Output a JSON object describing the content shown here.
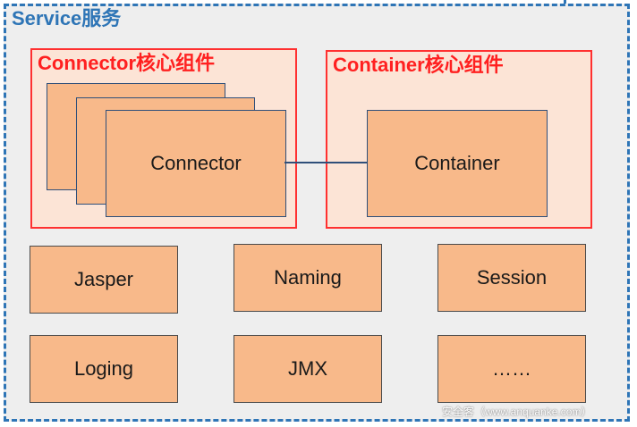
{
  "service": {
    "title": "Service服务"
  },
  "connector_group": {
    "title": "Connector核心组件",
    "connector_label": "Connector"
  },
  "container_group": {
    "title": "Container核心组件",
    "container_label": "Container"
  },
  "components": [
    {
      "label": "Jasper"
    },
    {
      "label": "Naming"
    },
    {
      "label": "Session"
    },
    {
      "label": "Loging"
    },
    {
      "label": "JMX"
    },
    {
      "label": "……"
    }
  ],
  "watermark": "安全客（www.anquanke.com）",
  "colors": {
    "service_border": "#2e75b6",
    "group_border": "#ff3030",
    "group_fill": "#fce4d6",
    "box_fill": "#f8b98a",
    "box_border": "#2f4f7a"
  }
}
